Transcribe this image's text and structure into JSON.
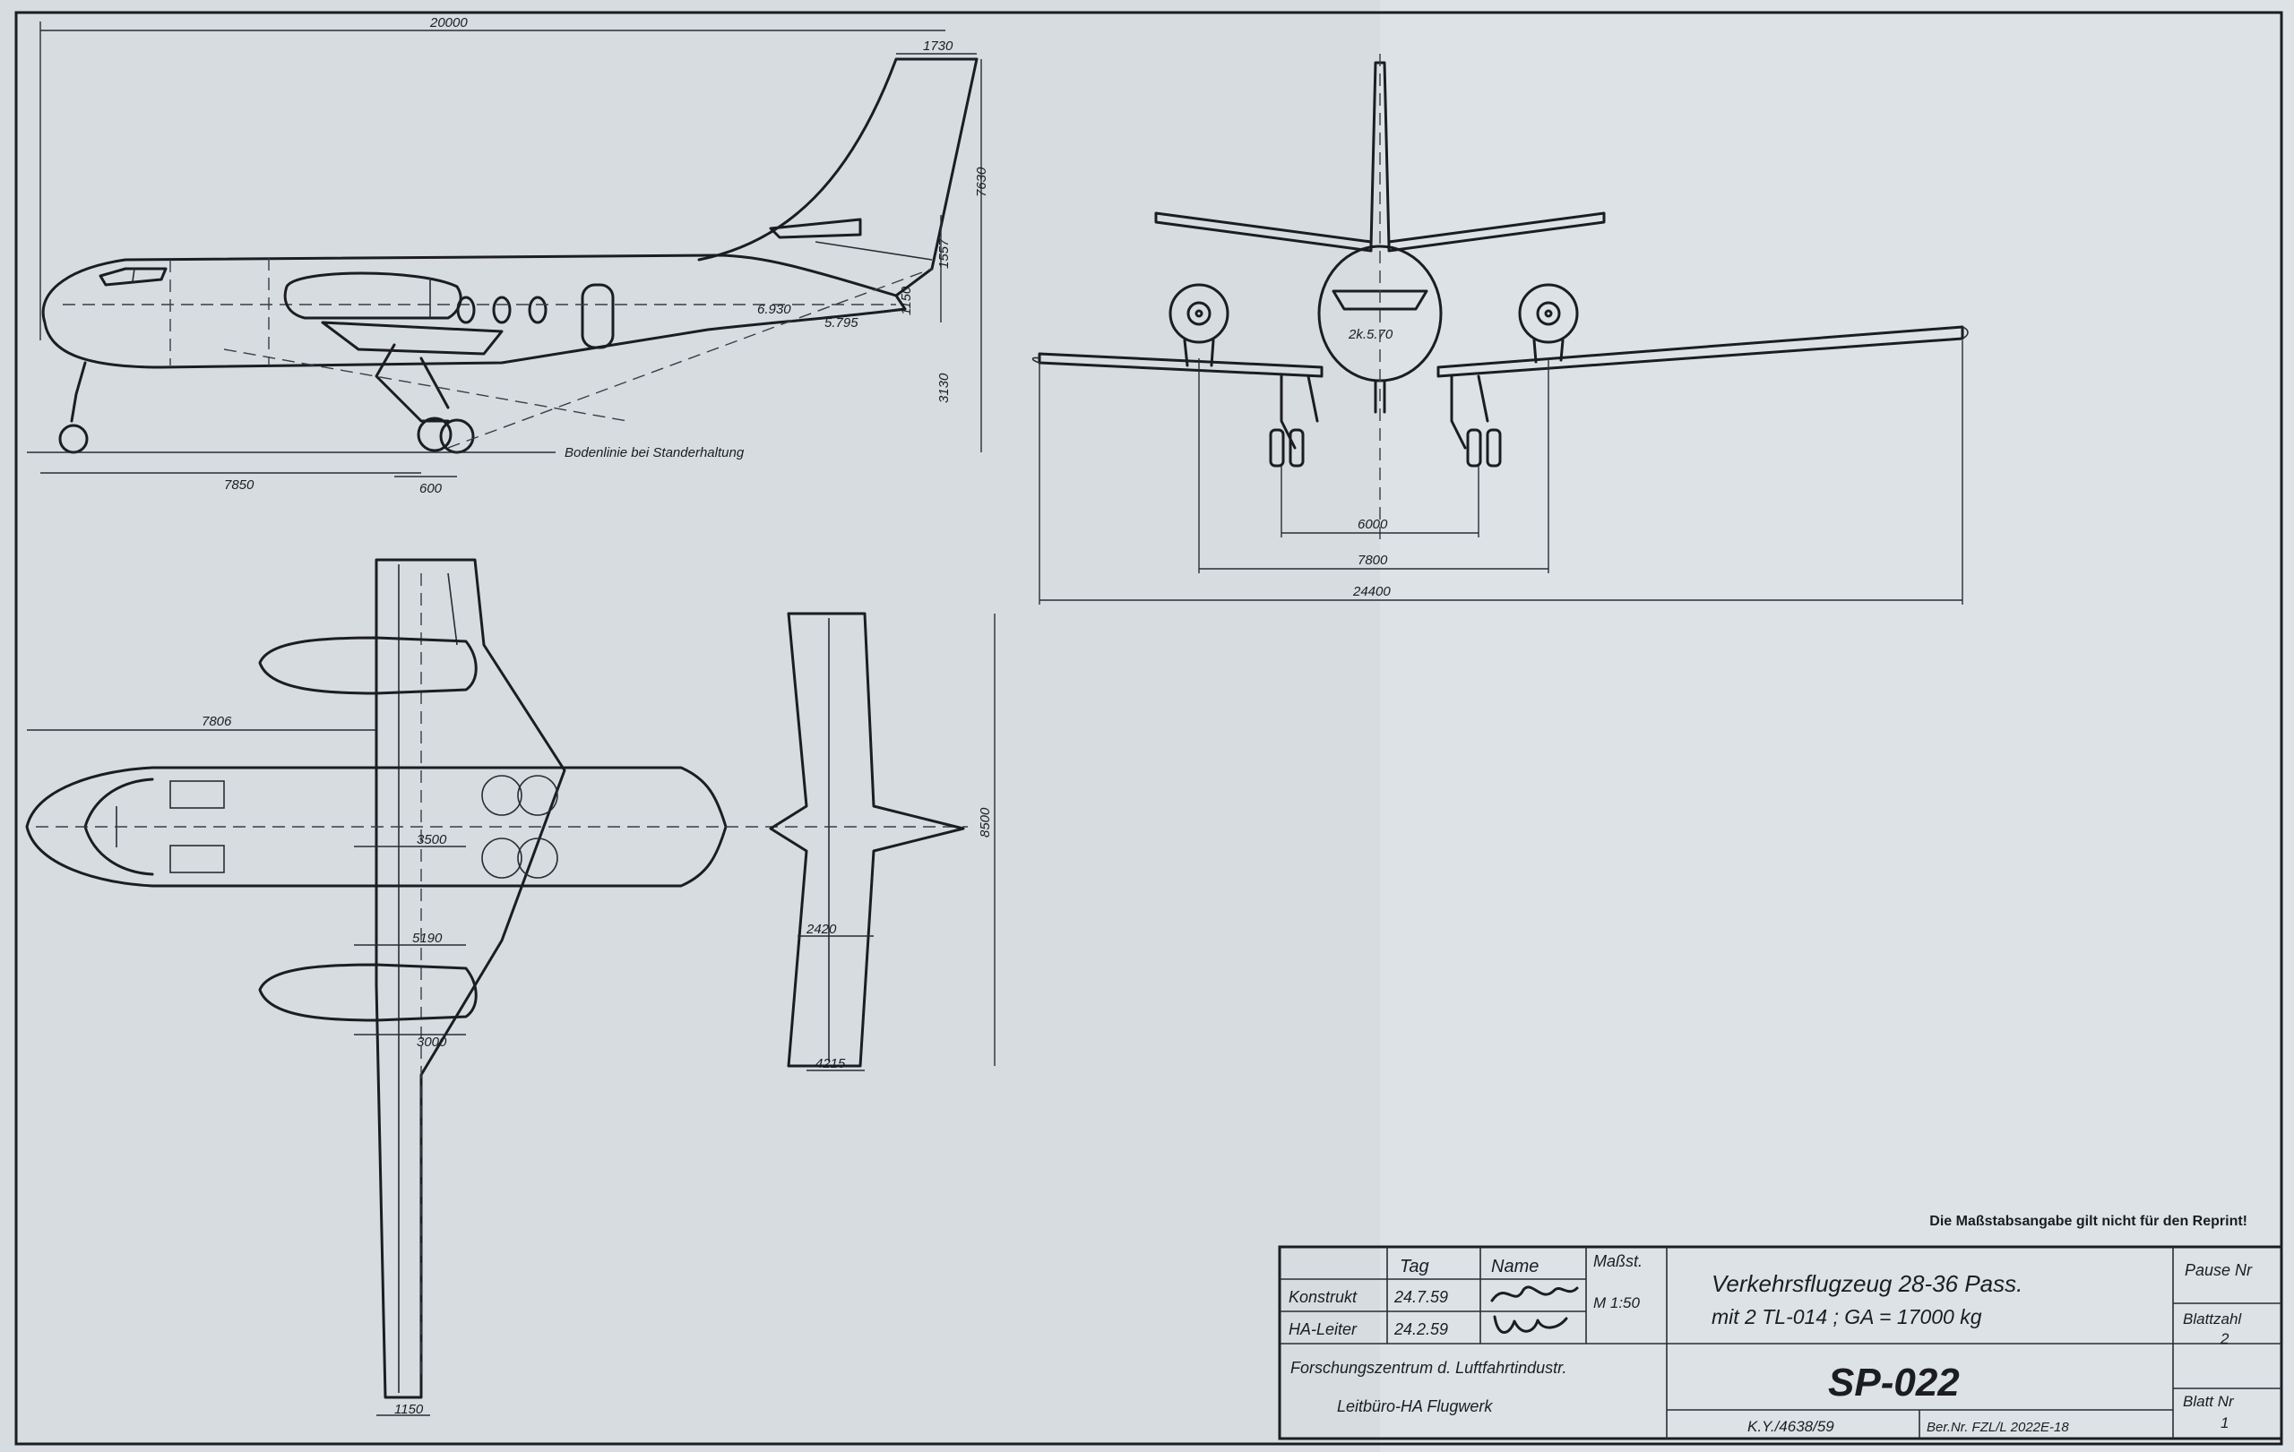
{
  "dimensions": {
    "overall_length": "20000",
    "fin_tip_chord": "1730",
    "fuselage_section_a": "6.930",
    "fuselage_section_b": "5.795",
    "ht_1": "1557",
    "ht_2": "1150",
    "ht_3": "3130",
    "overall_height": "7630",
    "nose_to_gear": "7850",
    "gear_base": "600",
    "ground_line_note": "Bodenlinie bei Standerhaltung",
    "plan_nose_to_wing": "7806",
    "plan_span_station_1": "3500",
    "plan_span_station_2": "5190",
    "plan_nacelle": "3000",
    "plan_tip_chord": "1150",
    "tail_span": "2420",
    "tail_root": "4215",
    "tail_height": "8500",
    "front_track": "6000",
    "front_nacelle_spacing": "7800",
    "front_span": "24400",
    "front_cabin_width": "2k.5.70"
  },
  "notice": "Die Maßstabsangabe gilt nicht für den Reprint!",
  "title_block": {
    "col_tag": "Tag",
    "col_name": "Name",
    "col_massst": "Maßst.",
    "row1_label": "Konstrukt",
    "row1_date": "24.7.59",
    "row2_label": "HA-Leiter",
    "row2_date": "24.2.59",
    "scale": "M 1:50",
    "title_line1": "Verkehrsflugzeug 28-36 Pass.",
    "title_line2": "mit 2 TL-014 ;  GA = 17000 kg",
    "pause_nr": "Pause Nr",
    "org_line1": "Forschungszentrum d. Luftfahrtindustr.",
    "org_line2": "Leitbüro-HA Flugwerk",
    "drawing_no": "SP-022",
    "ref_no": "K.Y./4638/59",
    "ber_nr": "Ber.Nr. FZL/L 2022E-18",
    "blattzahl_label": "Blattzahl",
    "blattzahl_value": "2",
    "blatt_nr_label": "Blatt Nr",
    "blatt_nr_value": "1"
  }
}
